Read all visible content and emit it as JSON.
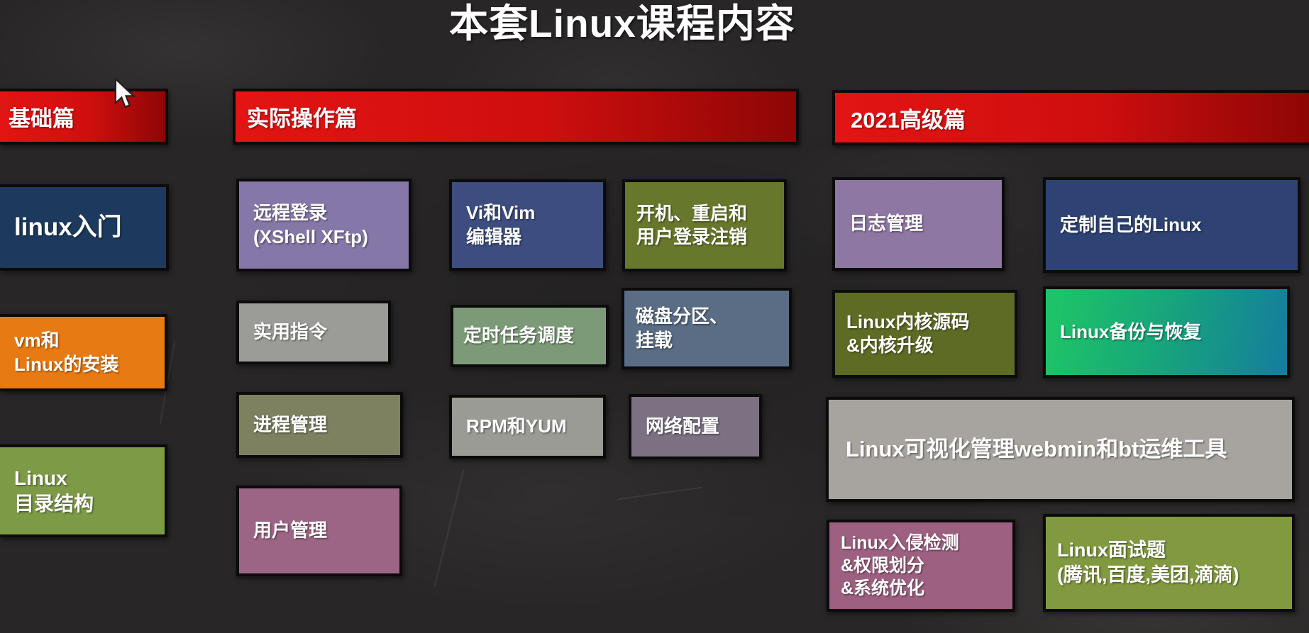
{
  "title": "本套Linux课程内容",
  "accent_colors": {
    "header_red_bright": "#e31414",
    "header_red_dark": "#8e0606",
    "text_white": "#ffffff"
  },
  "columns": {
    "basics": {
      "header": "基础篇",
      "items": [
        {
          "label": "linux入门",
          "bg": "#1d3a5e"
        },
        {
          "label": "vm和\nLinux的安装",
          "bg": "#e87a13"
        },
        {
          "label": "Linux\n目录结构",
          "bg": "#7d9a47"
        }
      ]
    },
    "practical": {
      "header": "实际操作篇",
      "items": [
        {
          "label": "远程登录\n(XShell XFtp)",
          "bg": "#8677a9"
        },
        {
          "label": "Vi和Vim\n编辑器",
          "bg": "#3d4d80"
        },
        {
          "label": "开机、重启和\n用户登录注销",
          "bg": "#67772b"
        },
        {
          "label": "实用指令",
          "bg": "#9b9b97"
        },
        {
          "label": "定时任务调度",
          "bg": "#7d9a78"
        },
        {
          "label": "磁盘分区、\n挂载",
          "bg": "#5a6d85"
        },
        {
          "label": "进程管理",
          "bg": "#7d8160"
        },
        {
          "label": "RPM和YUM",
          "bg": "#9a9b95"
        },
        {
          "label": "网络配置",
          "bg": "#7b7183"
        },
        {
          "label": "用户管理",
          "bg": "#9d6585"
        }
      ]
    },
    "advanced": {
      "header": "2021高级篇",
      "items": [
        {
          "label": "日志管理",
          "bg": "#8e77a2"
        },
        {
          "label": "定制自己的Linux",
          "bg": "#2e4373"
        },
        {
          "label": "Linux内核源码\n&内核升级",
          "bg": "#5e6b24"
        },
        {
          "label": "Linux备份与恢复",
          "bg": "linear-gradient(100deg, #1dc368 5%, #17a07f 55%, #147d9e 100%)"
        },
        {
          "label": "Linux可视化管理webmin和bt运维工具",
          "bg": "#a7a4a0"
        },
        {
          "label": "Linux入侵检测\n&权限划分\n&系统优化",
          "bg": "#9d6080"
        },
        {
          "label": "Linux面试题\n(腾讯,百度,美团,滴滴)",
          "bg": "#81993f"
        }
      ]
    }
  }
}
